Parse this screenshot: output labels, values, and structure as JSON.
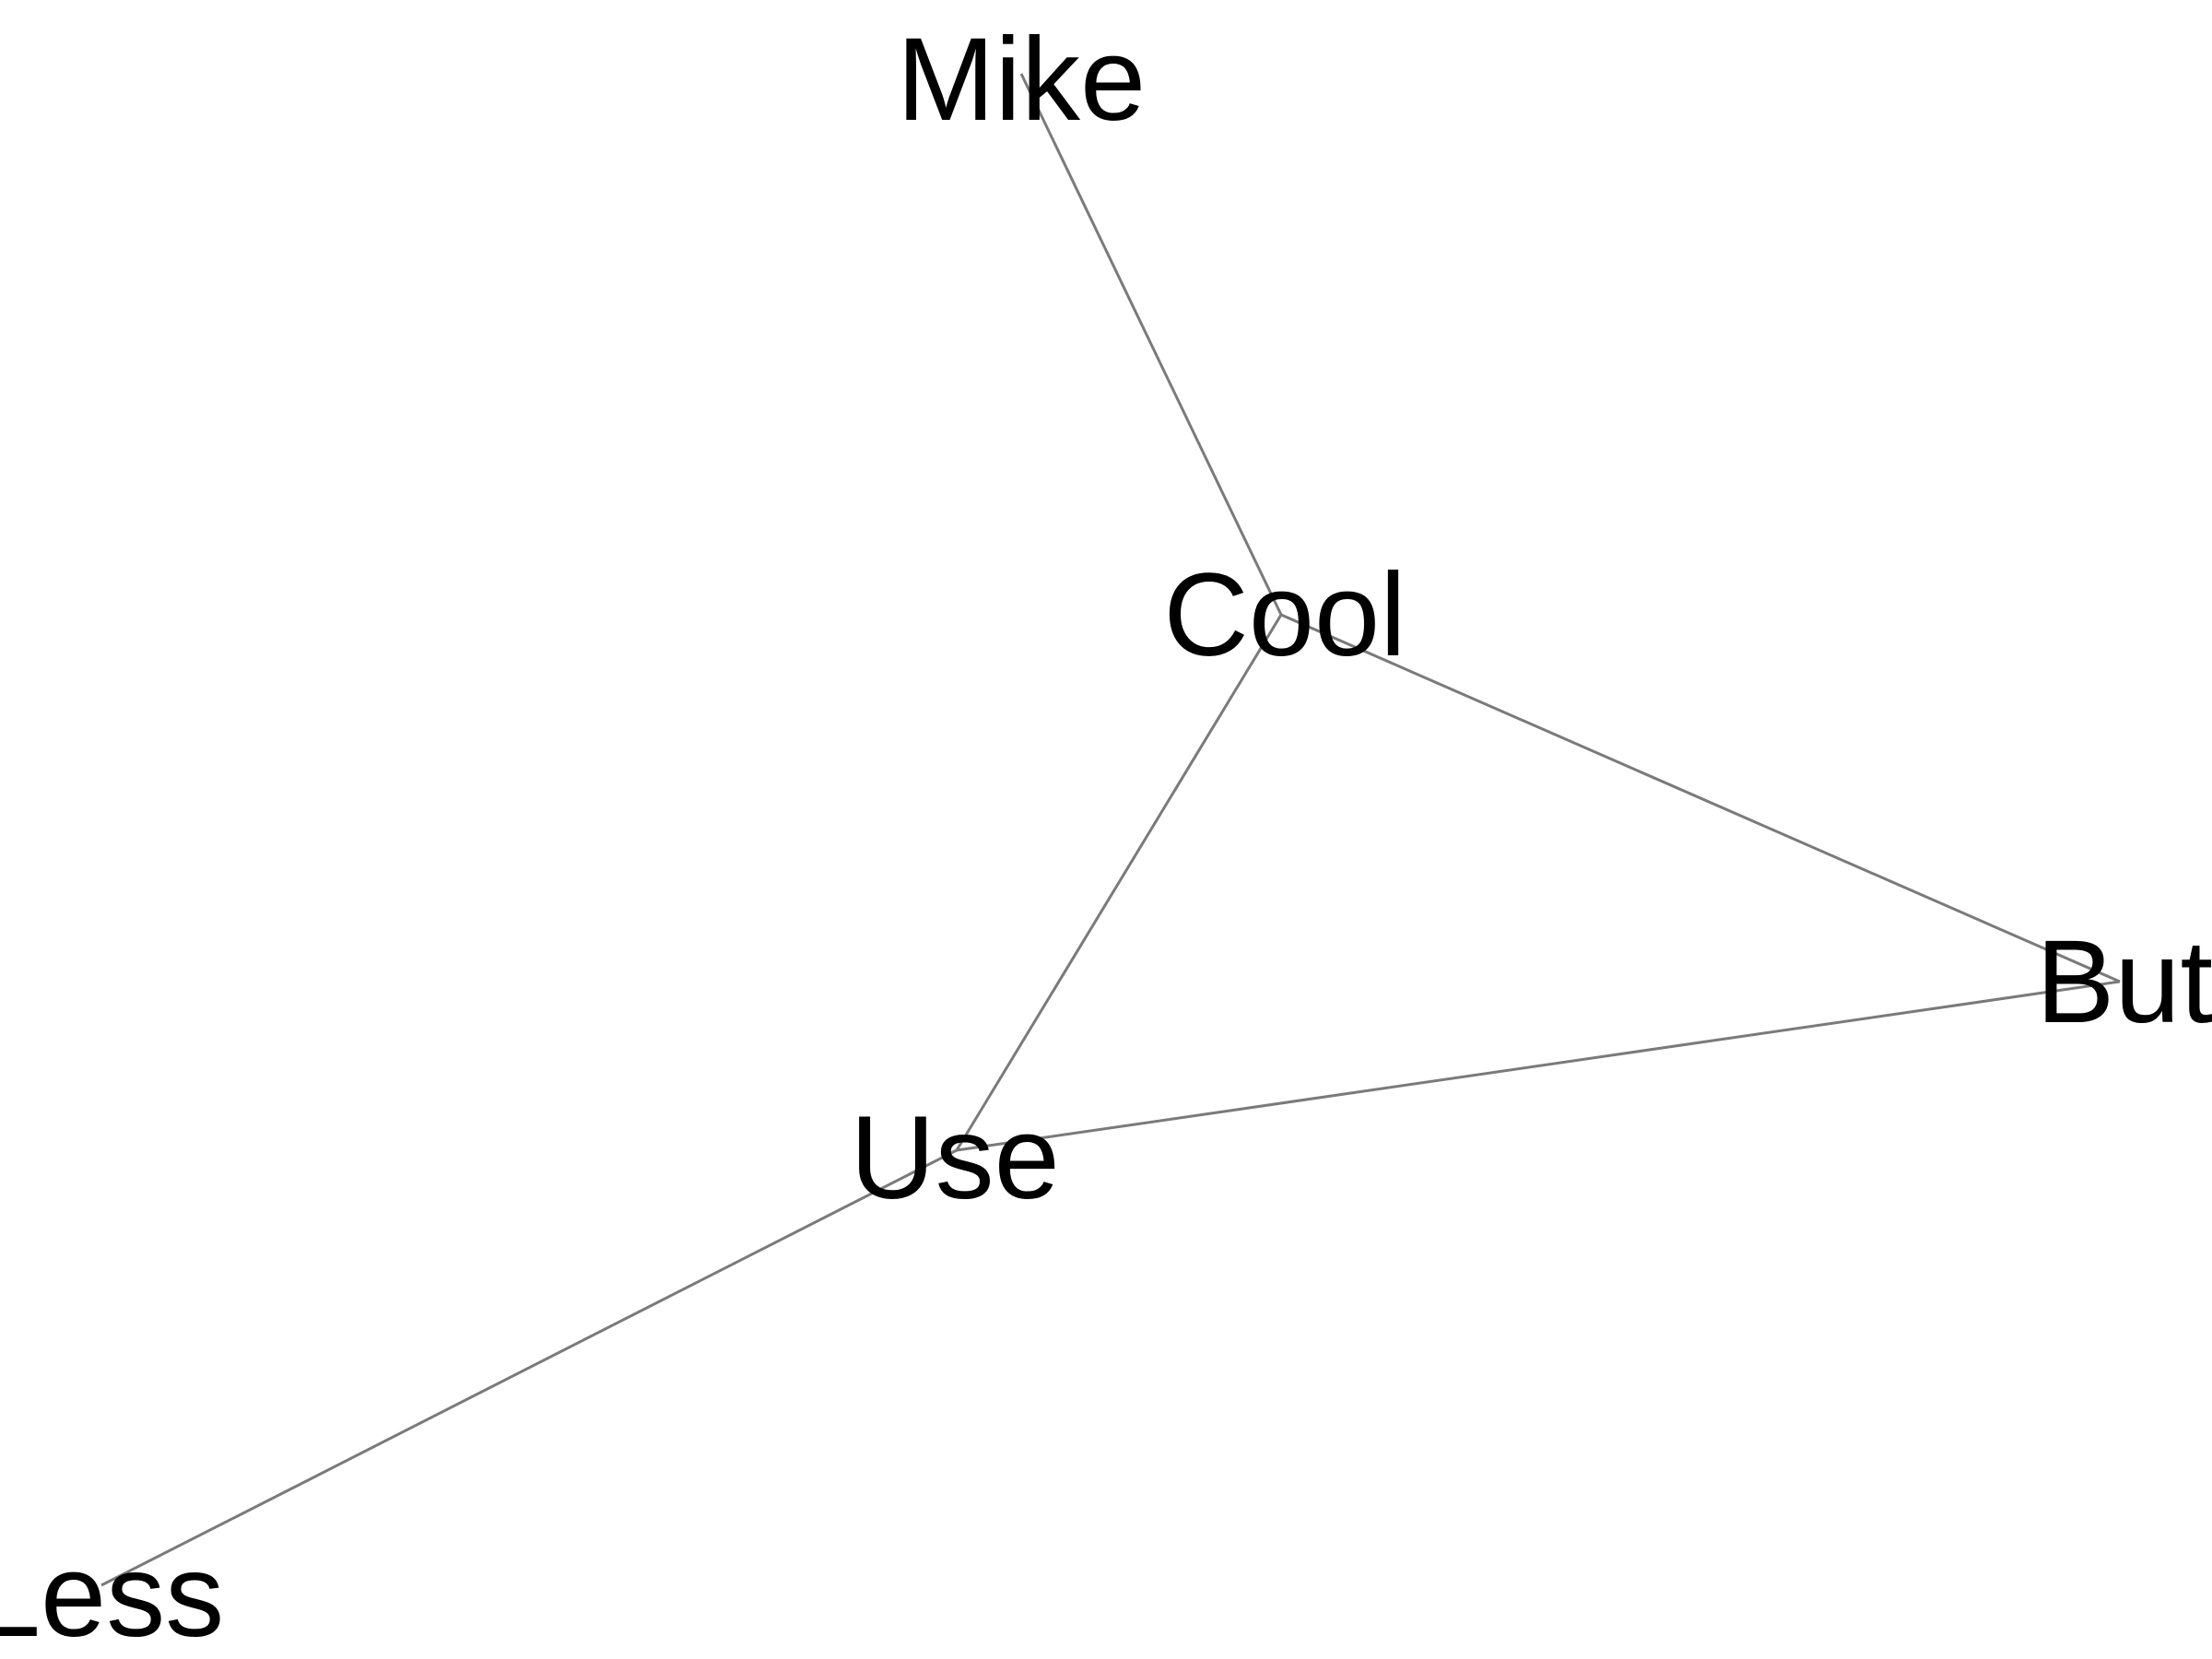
{
  "nodes": [
    {
      "id": "mike",
      "label": "Mike"
    },
    {
      "id": "cool",
      "label": "Cool"
    },
    {
      "id": "but",
      "label": "But"
    },
    {
      "id": "use",
      "label": "Use"
    },
    {
      "id": "less",
      "label": "Less"
    }
  ],
  "edges": [
    {
      "from": "mike",
      "to": "cool"
    },
    {
      "from": "cool",
      "to": "but"
    },
    {
      "from": "cool",
      "to": "use"
    },
    {
      "from": "use",
      "to": "but"
    },
    {
      "from": "use",
      "to": "less"
    }
  ],
  "colors": {
    "edge": "#7a7a7a",
    "label": "#000000",
    "background": "#ffffff"
  }
}
